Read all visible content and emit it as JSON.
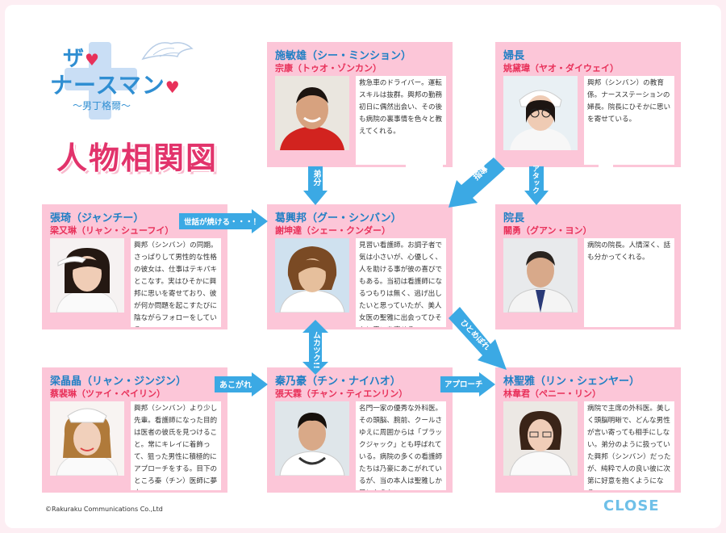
{
  "logo": {
    "line1": "ザ",
    "line2": "ナースマン",
    "subtitle": "〜男丁格爾〜"
  },
  "page_title": "人物相関図",
  "characters": {
    "shi": {
      "name": "施敏雄（シー・ミンション）",
      "actor": "宗康（トゥオ・ゾンカン）",
      "desc": "救急車のドライバー。運転スキルは抜群。興邦の勤務初日に偶然出会い、その後も病院の裏事情を色々と教えてくれる。"
    },
    "fu": {
      "name": "婦長",
      "actor": "姚黛瑋（ヤオ・ダイウェイ）",
      "desc": "興邦（シンバン）の教育係。ナースステーションの婦長。院長にひそかに思いを寄せている。"
    },
    "zhang": {
      "name": "張琦（ジャンチー）",
      "actor": "梁又琳（リャン・シューフイ）",
      "desc": "興邦（シンバン）の同期。さっぱりして男性的な性格の彼女は、仕事はテキパキとこなす。実はひそかに興邦に思いを寄せており、彼が何か問題を起こすたびに陰ながらフォローをしている。"
    },
    "ge": {
      "name": "葛興邦（グー・シンバン）",
      "actor": "謝坤達（シェー・クンダー）",
      "desc": "見習い看護師。お調子者で気は小さいが、心優しく、人を助ける事が彼の喜びでもある。当初は看護師になるつもりは無く、逃げ出したいと思っていたが、美人女医の聖雅に出会ってひそかに思いを寄せる。"
    },
    "yuan": {
      "name": "院長",
      "actor": "關勇（グアン・ヨン）",
      "desc": "病院の院長。人情深く、話も分かってくれる。"
    },
    "liang": {
      "name": "梁晶晶（リャン・ジンジン）",
      "actor": "蔡裴琳（ツァイ・ペイリン）",
      "desc": "興邦（シンバン）より少し先輩。看護師になった目的は医者の彼氏を見つけること。常にキレイに着飾って、狙った男性に積極的にアプローチをする。目下のところ秦（チン）医師に夢中。"
    },
    "qin": {
      "name": "秦乃豪（チン・ナイハオ）",
      "actor": "張天霖（チャン・ティエンリン）",
      "desc": "名門一家の優秀な外科医。その頭脳、腕前、クールさゆえに周囲からは「ブラックジャック」とも呼ばれている。病院の多くの看護師たちは乃豪にあこがれているが、当の本人は聖雅しか目に入らない。"
    },
    "lin": {
      "name": "林聖雅（リン・シェンヤー）",
      "actor": "林韋君（ペニー・リン）",
      "desc": "病院で主席の外科医。美しく頭脳明晰で、どんな男性が言い寄っても相手にしない。弟分のように扱っていた興邦（シンバン）だったが、純粋で人の良い彼に次第に好意を抱くようになる。"
    }
  },
  "relations": {
    "shi_ge": "弟分",
    "fu_ge": "指導",
    "fu_yuan": "アタック",
    "zhang_ge": "世話が焼ける・・・！",
    "ge_qin": "ムカツク!!",
    "ge_lin": "ひとめぼれ",
    "liang_qin": "あこがれ",
    "qin_lin": "アプローチ"
  },
  "footer": {
    "copyright": "©Rakuraku Communications Co.,Ltd",
    "close": "CLOSE"
  },
  "colors": {
    "box": "#fcc6d8",
    "name": "#1f7fc4",
    "actor": "#e8315a",
    "arrow": "#3ba9e4",
    "title": "#e2336b"
  }
}
